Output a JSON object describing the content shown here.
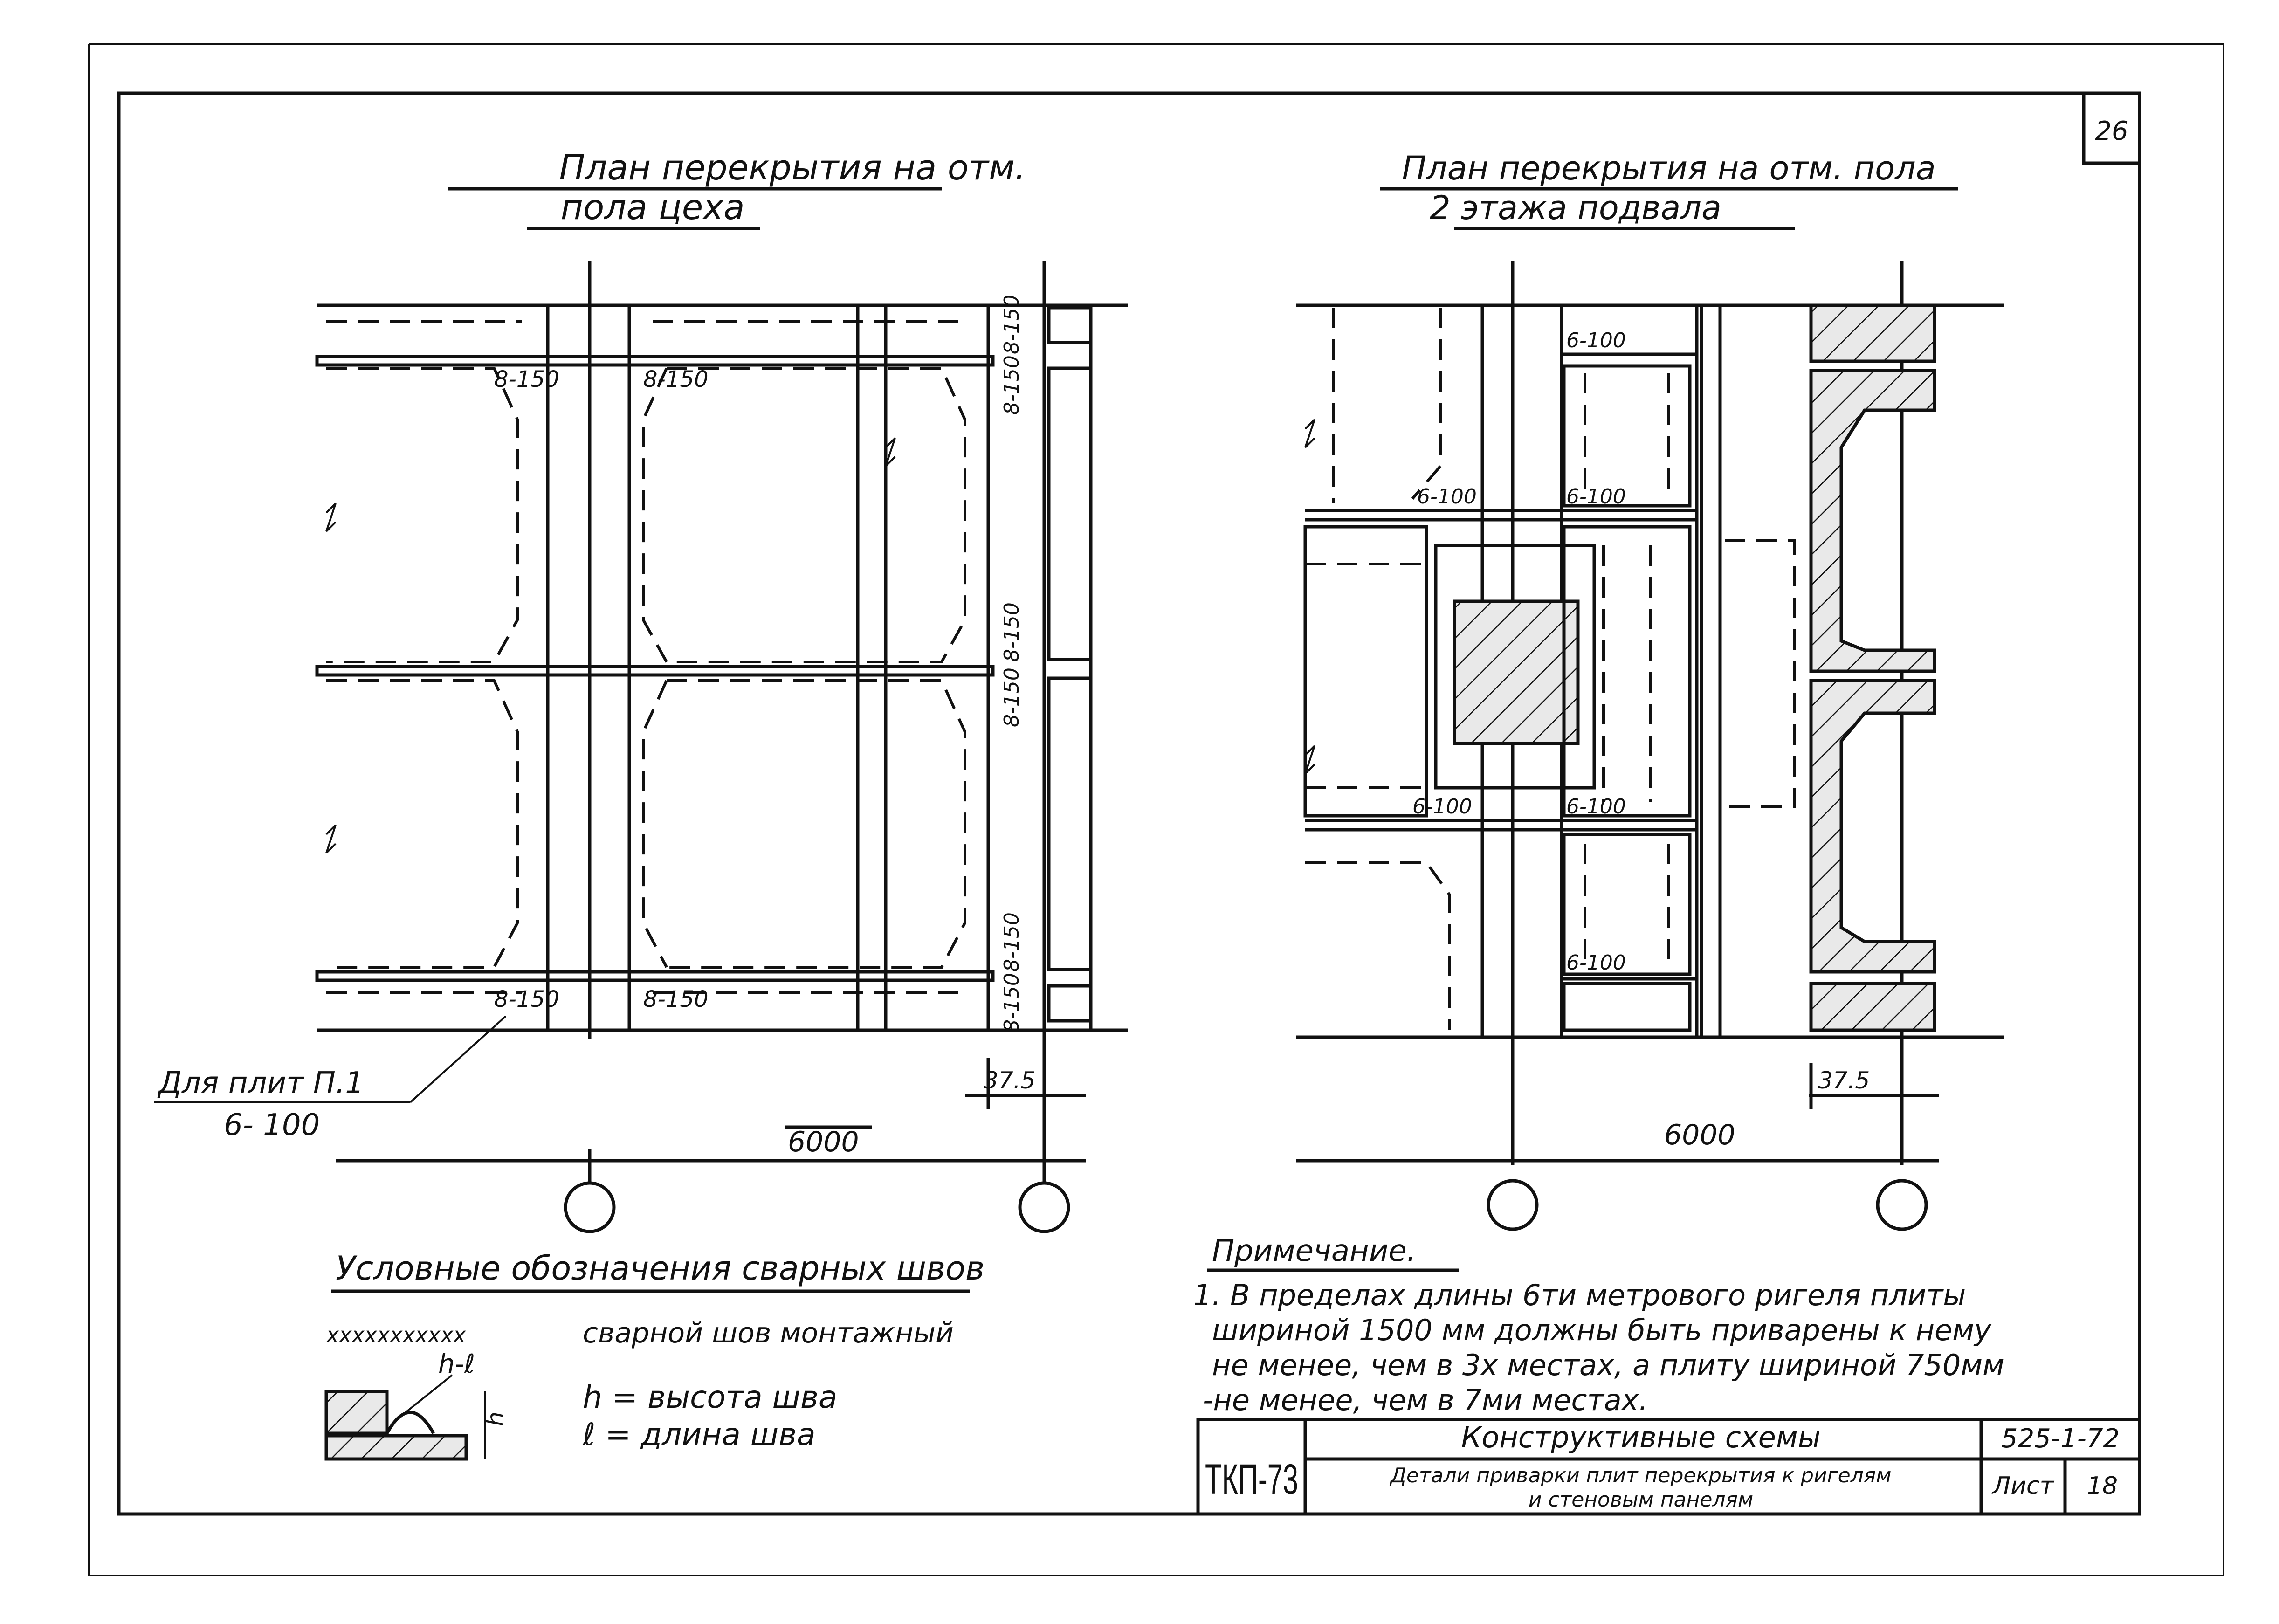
{
  "sheet": {
    "page_number": "26",
    "left_plan_title_line1": "План перекрытия на отм.",
    "left_plan_title_line2": "пола цеха",
    "right_plan_title_line1": "План перекрытия на отм. пола",
    "right_plan_title_line2": "2 этажа подвала",
    "left_weld_labels": {
      "top_left": "8-150",
      "top_mid": "8-150",
      "right_1": "8-150",
      "right_2": "8-150",
      "right_3": "8-150",
      "right_4": "8-150",
      "right_5": "8-150",
      "right_6": "8-150",
      "bottom_left": "8-150",
      "bottom_mid": "8-150"
    },
    "right_weld_labels": {
      "top": "6-100",
      "upper_left": "6-100",
      "upper_mid": "6-100",
      "lower_left": "6-100",
      "lower_mid": "6-100",
      "bottom": "6-100"
    },
    "slab_callout_line1": "Для плит П.1",
    "slab_callout_line2": "6- 100",
    "left_dim_small": "37.5",
    "left_dim_large": "6000",
    "right_dim_small": "37.5",
    "right_dim_large": "6000",
    "legend_title": "Условные обозначения сварных швов",
    "legend_weld_marks": "xxxxxxxxxxx",
    "legend_weld_desc": "сварной шов монтажный",
    "legend_h_mark": "h-ℓ",
    "legend_h_small": "h",
    "legend_h_def": "h = высота шва",
    "legend_l_def": "ℓ = длина шва",
    "note_title": "Примечание.",
    "note_line1": "1. В пределах длины 6ти метрового ригеля плиты",
    "note_line2": "шириной 1500 мм должны быть приварены к нему",
    "note_line3": "не менее, чем в 3х местах, а плиту шириной 750мм",
    "note_line4": "-не менее, чем в 7ми местах.",
    "stamp_code": "ТКП-73",
    "stamp_title": "Конструктивные схемы",
    "stamp_series": "525-1-72",
    "stamp_subtitle_line1": "Детали приварки плит перекрытия к ригелям",
    "stamp_subtitle_line2": "и стеновым панелям",
    "stamp_sheet_label": "Лист",
    "stamp_sheet_number": "18"
  }
}
